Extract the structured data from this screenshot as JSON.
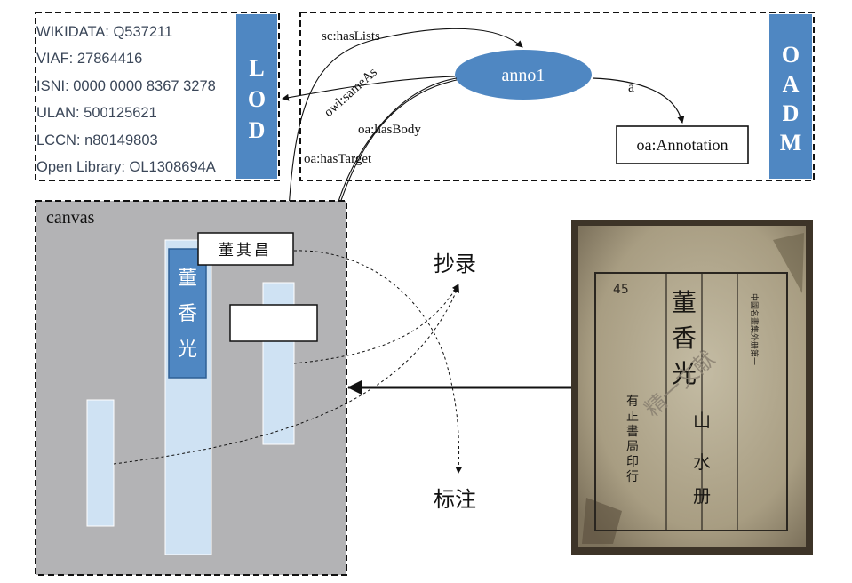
{
  "lod": {
    "identifiers": [
      "WIKIDATA: Q537211",
      "VIAF: 27864416",
      "ISNI: 0000 0000 8367 3278",
      "ULAN: 500125621",
      "LCCN: n80149803",
      "Open Library: OL1308694A"
    ],
    "label_letters": [
      "L",
      "O",
      "D"
    ]
  },
  "oadm": {
    "label_letters": [
      "O",
      "A",
      "D",
      "M"
    ],
    "node": "anno1",
    "type_edge": "a",
    "type_node": "oa:Annotation"
  },
  "edges": {
    "has_lists": "sc:hasLists",
    "same_as": "owl:sameAs",
    "has_body": "oa:hasBody",
    "has_target": "oa:hasTarget"
  },
  "canvas": {
    "title": "canvas",
    "region_chars": [
      "董",
      "香",
      "光"
    ],
    "body_label": "董其昌"
  },
  "actions": {
    "transcribe": "抄录",
    "annotate": "标注"
  },
  "book": {
    "title_chars": [
      "董",
      "香",
      "光",
      "山",
      "水",
      "册"
    ],
    "publisher_chars": [
      "有",
      "正",
      "書",
      "局",
      "印",
      "行"
    ],
    "side_note": "中國名畫集外册第一",
    "watermark": "精一文献",
    "corner_mark": "45"
  },
  "colors": {
    "blue": "#4f87c2",
    "dark_blue": "#2f5f95",
    "canvas_gray": "#b3b3b5",
    "light_blue": "#cfe2f3",
    "book_paper": "#b7ad93"
  }
}
